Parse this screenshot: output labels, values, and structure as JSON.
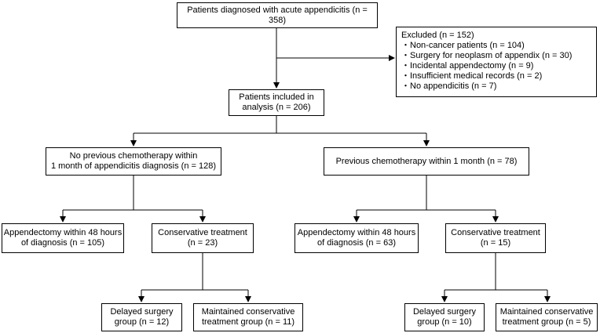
{
  "title_box": {
    "line1": "Patients diagnosed with acute appendicitis (n = 358)"
  },
  "excluded": {
    "title": "Excluded (n = 152)",
    "items": [
      "・Non-cancer patients (n = 104)",
      "・Surgery for neoplasm of appendix (n = 30)",
      "・Incidental appendectomy (n = 9)",
      "・Insufficient medical records (n = 2)",
      "・No appendicitis (n = 7)"
    ]
  },
  "included": {
    "line1": "Patients included in",
    "line2": "analysis (n = 206)"
  },
  "no_chemo": {
    "line1": "No previous chemotherapy within",
    "line2": "1 month of appendicitis diagnosis (n = 128)"
  },
  "chemo": {
    "line1": "Previous chemotherapy within 1 month (n = 78)"
  },
  "left": {
    "appendectomy": {
      "line1": "Appendectomy within 48 hours",
      "line2": "of diagnosis (n = 105)"
    },
    "conservative": {
      "line1": "Conservative treatment",
      "line2": "(n = 23)"
    },
    "delayed": {
      "line1": "Delayed surgery",
      "line2": "group (n = 12)"
    },
    "maintained": {
      "line1": "Maintained conservative",
      "line2": "treatment group (n = 11)"
    }
  },
  "right": {
    "appendectomy": {
      "line1": "Appendectomy within 48 hours",
      "line2": "of diagnosis (n = 63)"
    },
    "conservative": {
      "line1": "Conservative treatment",
      "line2": "(n = 15)"
    },
    "delayed": {
      "line1": "Delayed surgery",
      "line2": "group (n = 10)"
    },
    "maintained": {
      "line1": "Maintained conservative",
      "line2": "treatment group (n = 5)"
    }
  }
}
